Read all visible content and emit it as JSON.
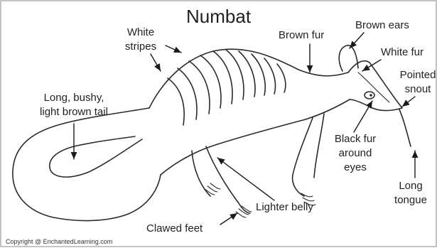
{
  "title": "Numbat",
  "labels": {
    "white_stripes": [
      "White",
      "stripes"
    ],
    "brown_fur": "Brown fur",
    "brown_ears": "Brown ears",
    "white_fur": "White fur",
    "pointed_snout": [
      "Pointed",
      "snout"
    ],
    "tail": [
      "Long, bushy,",
      "light brown tail"
    ],
    "black_fur_eyes": [
      "Black fur",
      "around",
      "eyes"
    ],
    "long_tongue": [
      "Long",
      "tongue"
    ],
    "clawed_feet": "Clawed feet",
    "lighter_belly": "Lighter belly"
  },
  "copyright": "Copyright @ EnchantedLearning.com"
}
